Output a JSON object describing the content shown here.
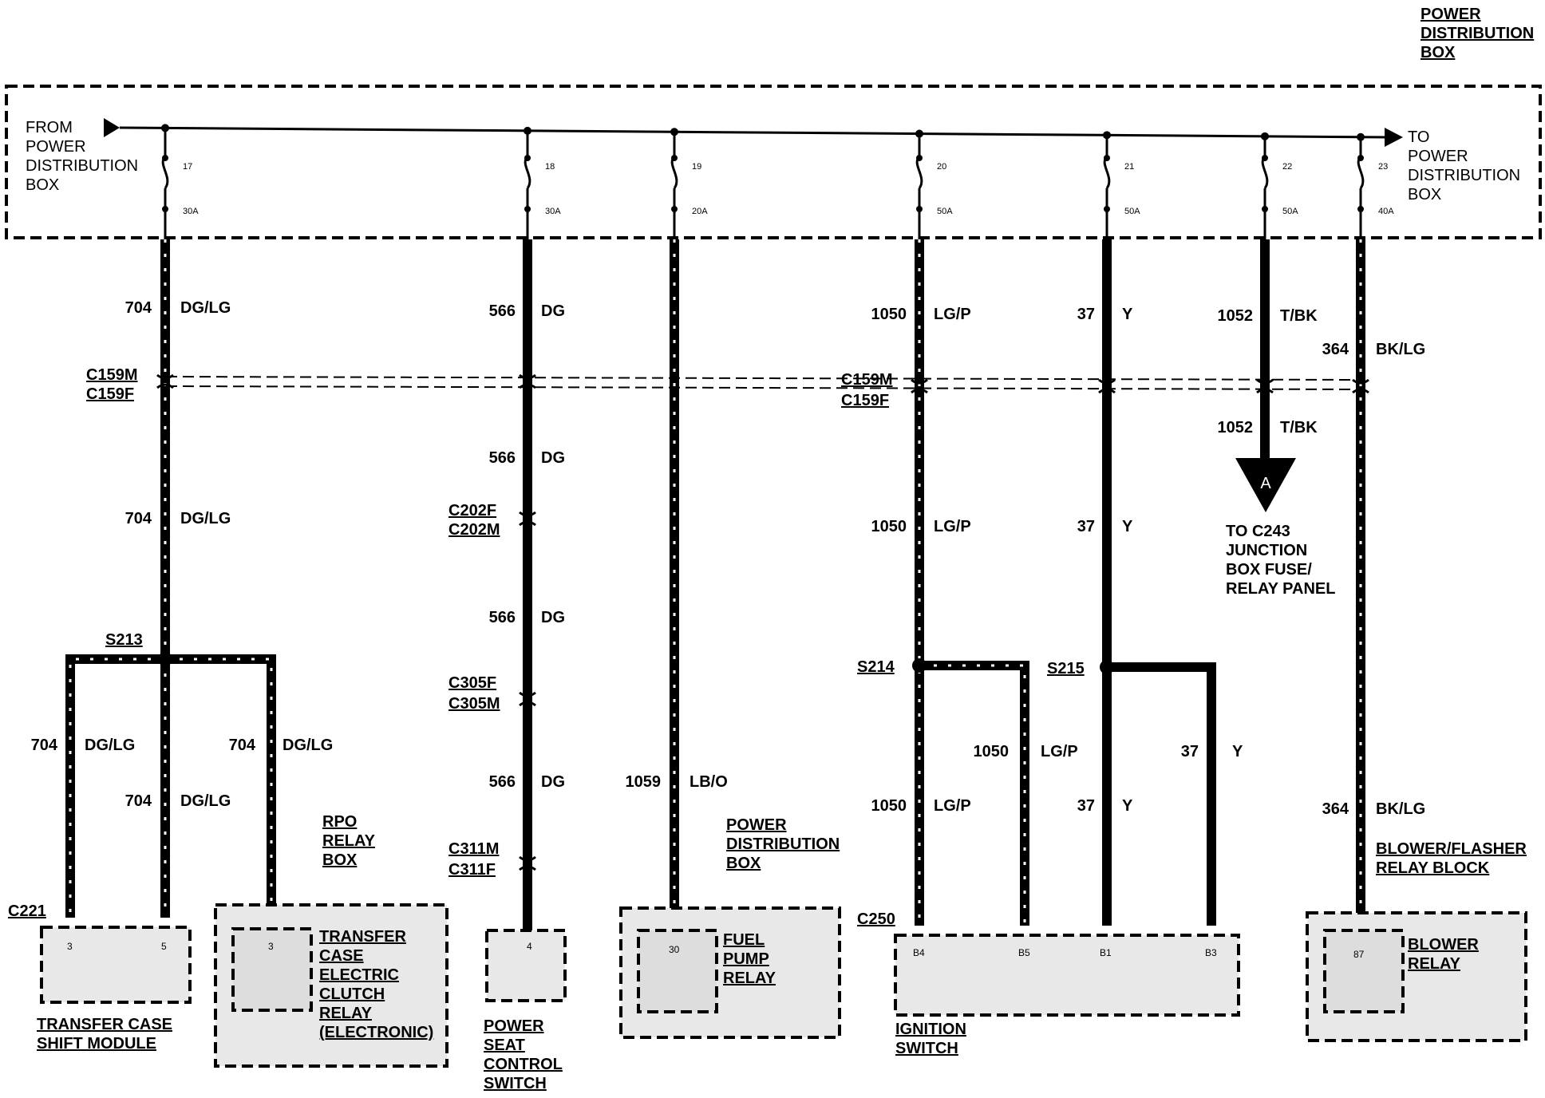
{
  "title_top": [
    "POWER",
    "DISTRIBUTION",
    "BOX"
  ],
  "from_label": [
    "FROM",
    "POWER",
    "DISTRIBUTION",
    "BOX"
  ],
  "to_label": [
    "TO",
    "POWER",
    "DISTRIBUTION",
    "BOX"
  ],
  "fuses": [
    {
      "num": "17",
      "amp": "30A"
    },
    {
      "num": "18",
      "amp": "30A"
    },
    {
      "num": "19",
      "amp": "20A"
    },
    {
      "num": "20",
      "amp": "50A"
    },
    {
      "num": "21",
      "amp": "50A"
    },
    {
      "num": "22",
      "amp": "50A"
    },
    {
      "num": "23",
      "amp": "40A"
    }
  ],
  "circuits": {
    "c704": {
      "num": "704",
      "color": "DG/LG"
    },
    "c566": {
      "num": "566",
      "color": "DG"
    },
    "c1059": {
      "num": "1059",
      "color": "LB/O"
    },
    "c1050": {
      "num": "1050",
      "color": "LG/P"
    },
    "c37": {
      "num": "37",
      "color": "Y"
    },
    "c1052": {
      "num": "1052",
      "color": "T/BK"
    },
    "c364": {
      "num": "364",
      "color": "BK/LG"
    }
  },
  "connectors": {
    "c159m": "C159M",
    "c159f": "C159F",
    "c202f": "C202F",
    "c202m": "C202M",
    "c305f": "C305F",
    "c305m": "C305M",
    "c311m": "C311M",
    "c311f": "C311F",
    "c221": "C221",
    "c250": "C250"
  },
  "splices": {
    "s213": "S213",
    "s214": "S214",
    "s215": "S215"
  },
  "arrow_a": "A",
  "to_c243": [
    "TO C243",
    "JUNCTION",
    "BOX FUSE/",
    "RELAY PANEL"
  ],
  "rpo_box": [
    "RPO",
    "RELAY",
    "BOX"
  ],
  "pdb_label": [
    "POWER",
    "DISTRIBUTION",
    "BOX"
  ],
  "blower_block": [
    "BLOWER/FLASHER",
    "RELAY BLOCK"
  ],
  "components": {
    "tcsm": {
      "pins": [
        "3",
        "5"
      ],
      "name": [
        "TRANSFER CASE",
        "SHIFT MODULE"
      ]
    },
    "tcecr": {
      "pin": "3",
      "name": [
        "TRANSFER",
        "CASE",
        "ELECTRIC",
        "CLUTCH",
        "RELAY",
        "(ELECTRONIC)"
      ]
    },
    "pscs": {
      "pin": "4",
      "name": [
        "POWER",
        "SEAT",
        "CONTROL",
        "SWITCH"
      ]
    },
    "fpr": {
      "pin": "30",
      "name": [
        "FUEL",
        "PUMP",
        "RELAY"
      ]
    },
    "ign": {
      "pins": [
        "B4",
        "B5",
        "B1",
        "B3"
      ],
      "name": [
        "IGNITION",
        "SWITCH"
      ]
    },
    "blower": {
      "pin": "87",
      "name": [
        "BLOWER",
        "RELAY"
      ]
    }
  }
}
